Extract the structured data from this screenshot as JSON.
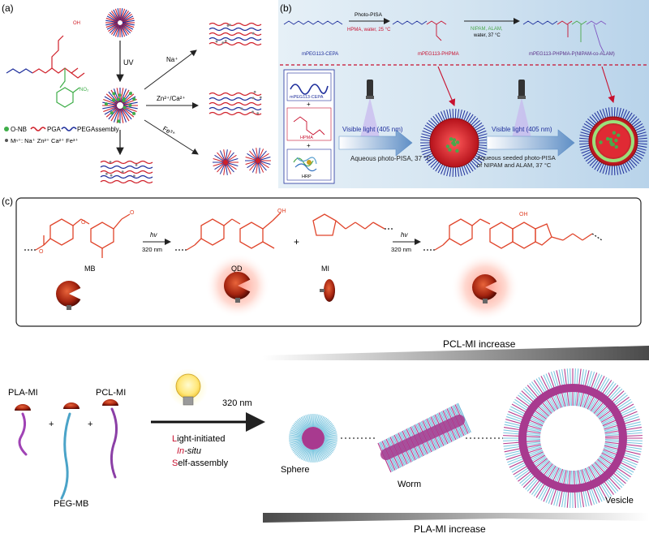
{
  "panel_a": {
    "label": "(a)",
    "uv": "UV",
    "arrow_labels": [
      "Na⁺",
      "Zn²⁺/Ca²⁺",
      "Fe³⁺"
    ],
    "legend": {
      "onb": "O-NB",
      "pga": "PGA",
      "peg": "PEG",
      "assembly": "Assembly"
    },
    "ions": "Mⁿ⁺: Na⁺ Zn²⁺ Ca²⁺ Fe³⁺",
    "no2": "NO₂",
    "colors": {
      "pga": "#d0202a",
      "peg": "#1f2f9c",
      "onb": "#3fae49"
    }
  },
  "panel_b": {
    "label": "(b)",
    "top_arrow1": "Photo-PISA",
    "top_arrow1_sub": "HPMA, water, 25 °C",
    "top_arrow2": "NIPAM, ALAM,",
    "top_arrow2_sub": "water, 37 °C",
    "mpeg_cepa": "mPEG113-CEPA",
    "mpeg_phpma": "mPEG113-PHPMA",
    "mpeg_full": "mPEG113-PHPMA-P(NIPAM-co-ALAM)",
    "box_items": [
      "mPEG113-CEPA",
      "HPMA",
      "HRP"
    ],
    "step1_light": "Visible light (405 nm)",
    "step1_cond": "Aqueous photo-PISA, 37 °C",
    "step2_light": "Visible light (405 nm)",
    "step2_cond_a": "Aqueous seeded photo-PISA",
    "step2_cond_b": "of NIPAM and ALAM, 37 °C",
    "colors": {
      "bg": "#d8e9f4",
      "accent": "#c8102e",
      "nipam": "#4aa84a",
      "alam": "#7f56c2"
    }
  },
  "panel_c": {
    "label": "(c)",
    "hv": "hv",
    "nm": "320 nm",
    "mb": "MB",
    "qd": "QD",
    "mi": "MI",
    "plus": "+",
    "oh": "OH",
    "color": "#e0442a"
  },
  "panel_d": {
    "pcl_increase": "PCL-MI increase",
    "pla_increase": "PLA-MI increase",
    "pla_mi": "PLA-MI",
    "pcl_mi": "PCL-MI",
    "peg_mb": "PEG-MB",
    "wavelength": "320 nm",
    "lines": [
      {
        "cap": "L",
        "rest": "ight-initiated"
      },
      {
        "cap": "In",
        "rest": "-situ"
      },
      {
        "cap": "S",
        "rest": "elf-assembly"
      }
    ],
    "sphere": "Sphere",
    "worm": "Worm",
    "vesicle": "Vesicle",
    "plus": "+"
  }
}
